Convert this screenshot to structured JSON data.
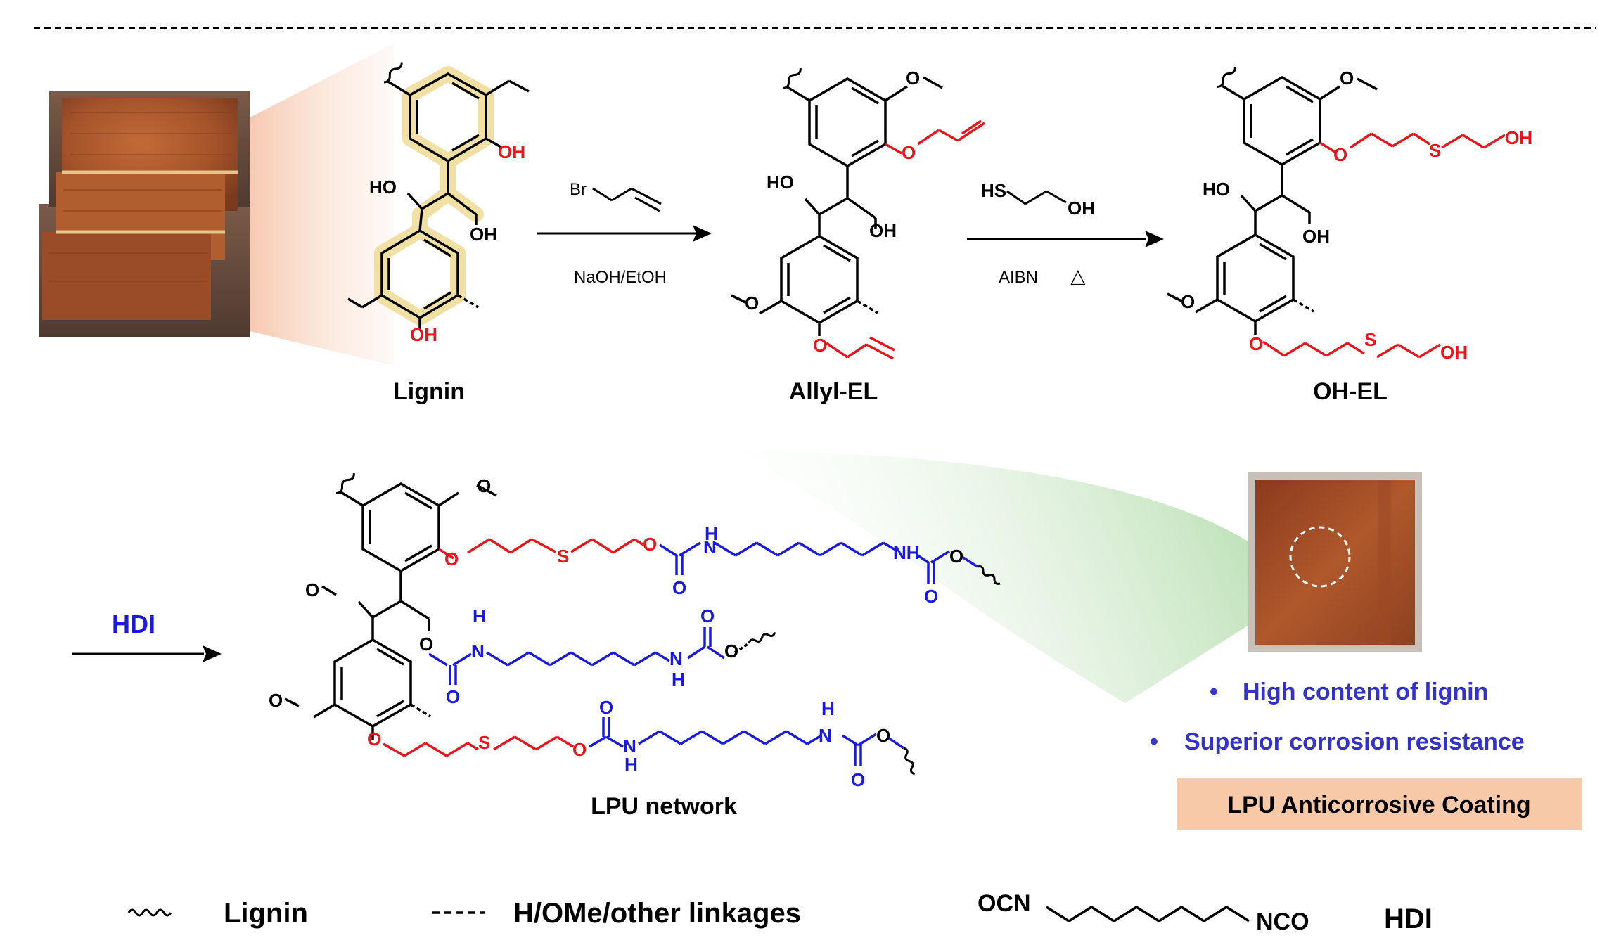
{
  "colors": {
    "black": "#000000",
    "red": "#e8161b",
    "blue": "#1a1adf",
    "label_blue": "#3333cc",
    "highlight": "#f0dd9a",
    "coating_box": "#f7c9a8"
  },
  "reagents": {
    "step1_top": "Br",
    "step1_bottom": "NaOH/EtOH",
    "step2_hs": "HS",
    "step2_oh": "OH",
    "step2_bottom": "AIBN",
    "step2_heat": "△",
    "step3": "HDI"
  },
  "compounds": {
    "lignin": "Lignin",
    "allyl_el": "Allyl-EL",
    "oh_el": "OH-EL",
    "lpu": "LPU network"
  },
  "atoms": {
    "HO": "HO",
    "OH": "OH",
    "O": "O",
    "S": "S",
    "H": "H",
    "N": "N",
    "NH": "NH"
  },
  "coating": {
    "features": [
      "High content of lignin",
      "Superior corrosion resistance"
    ],
    "bullet": "•",
    "title": "LPU Anticorrosive Coating"
  },
  "legend": {
    "lignin": "Lignin",
    "linkages": "H/OMe/other linkages",
    "ocn": "OCN",
    "nco": "NCO",
    "hdi": "HDI"
  }
}
